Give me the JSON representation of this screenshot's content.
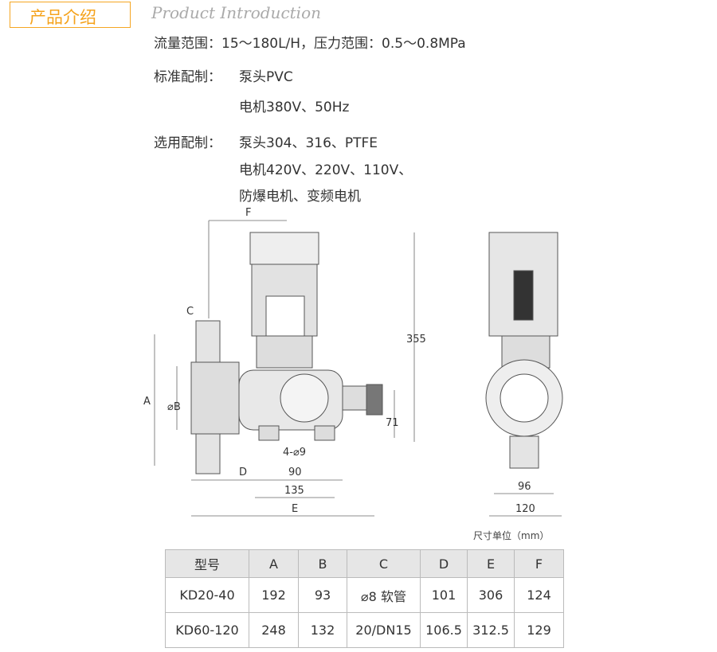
{
  "header": {
    "title": "产品介绍",
    "subtitle": "Product Introduction"
  },
  "specs": {
    "line1": "流量范围：15～180L/H，压力范围：0.5～0.8MPa",
    "std_label": "标准配制：",
    "std_1": "泵头PVC",
    "std_2": "电机380V、50Hz",
    "opt_label": "选用配制：",
    "opt_1": "泵头304、316、PTFE",
    "opt_2": "电机420V、220V、110V、",
    "opt_3": "防爆电机、变频电机"
  },
  "drawing": {
    "F": "F",
    "C": "C",
    "A": "A",
    "B": "⌀B",
    "D": "D",
    "E": "E",
    "h355": "355",
    "h71": "71",
    "holes": "4-⌀9",
    "d90": "90",
    "d135": "135",
    "d96": "96",
    "d120": "120"
  },
  "table": {
    "unit": "尺寸单位（mm）",
    "headers": [
      "型号",
      "A",
      "B",
      "C",
      "D",
      "E",
      "F"
    ],
    "rows": [
      [
        "KD20-40",
        "192",
        "93",
        "⌀8 软管",
        "101",
        "306",
        "124"
      ],
      [
        "KD60-120",
        "248",
        "132",
        "20/DN15",
        "106.5",
        "312.5",
        "129"
      ]
    ]
  }
}
